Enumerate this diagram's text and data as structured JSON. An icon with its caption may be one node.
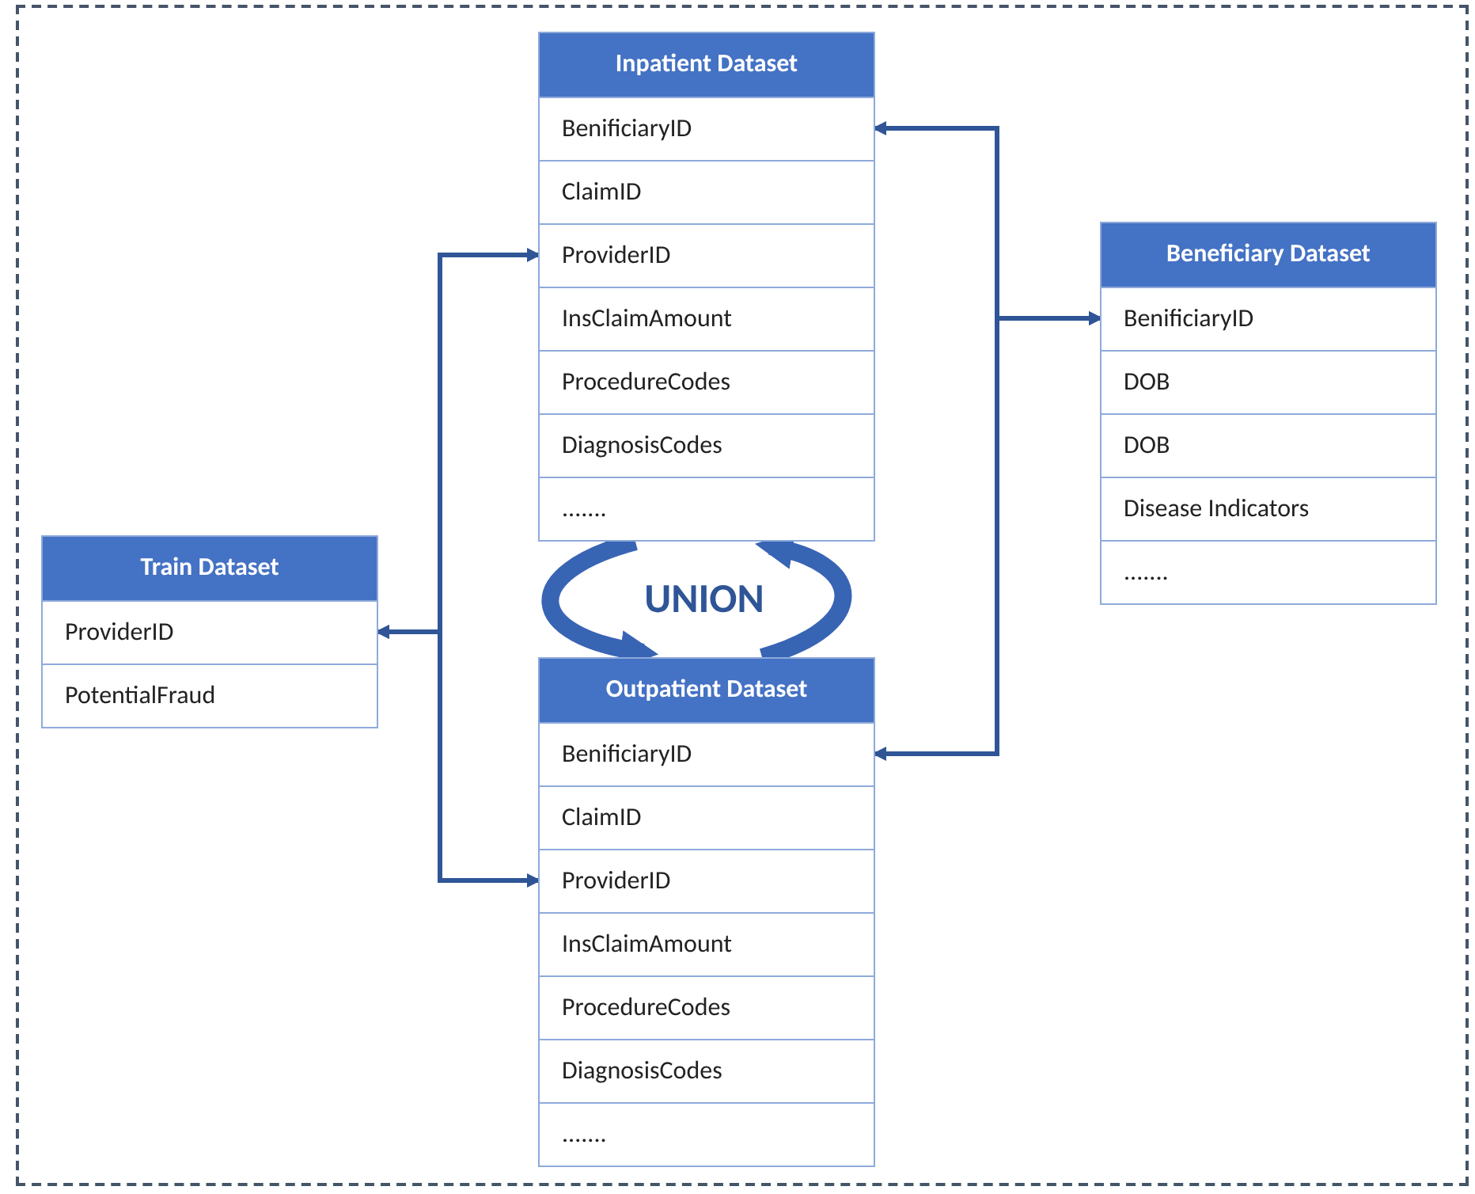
{
  "diagram": {
    "nodes": [
      {
        "text": [
          "Inpatient Dataset"
        ]
      },
      {
        "text": [
          "BenificiaryID"
        ],
        "in": 0
      },
      {
        "text": [
          "ClaimID"
        ],
        "in": 0
      },
      {
        "text": [
          "ProviderID"
        ],
        "in": 0
      },
      {
        "text": [
          "InsClaimAmount"
        ],
        "in": 0
      },
      {
        "text": [
          "ProcedureCodes"
        ],
        "in": 0
      },
      {
        "text": [
          "DiagnosisCodes"
        ],
        "in": 0
      },
      {
        "text": [
          "......."
        ],
        "in": 0
      },
      {
        "text": [
          "Beneficiary Dataset"
        ]
      },
      {
        "text": [
          "BenificiaryID"
        ],
        "in": 8
      },
      {
        "text": [
          "DOB"
        ],
        "in": 8
      },
      {
        "text": [
          "DOB"
        ],
        "in": 8
      },
      {
        "text": [
          "Disease Indicators"
        ],
        "in": 8
      },
      {
        "text": [
          "......."
        ],
        "in": 8
      },
      {
        "text": [
          "Train Dataset"
        ]
      },
      {
        "text": [
          "ProviderID"
        ],
        "in": 14
      },
      {
        "text": [
          "PotentialFraud"
        ],
        "in": 14
      },
      {
        "text": [
          "Outpatient Dataset"
        ]
      },
      {
        "text": [
          "BenificiaryID"
        ],
        "in": 17
      },
      {
        "text": [
          "ClaimID"
        ],
        "in": 17
      },
      {
        "text": [
          "ProviderID"
        ],
        "in": 17
      },
      {
        "text": [
          "InsClaimAmount"
        ],
        "in": 17
      },
      {
        "text": [
          "ProcedureCodes"
        ],
        "in": 17
      },
      {
        "text": [
          "DiagnosisCodes"
        ],
        "in": 17
      },
      {
        "text": [
          "......."
        ],
        "in": 17
      }
    ],
    "edges": [
      {
        "from": 15,
        "to": 3,
        "arrow": "both"
      },
      {
        "from": 15,
        "to": 20,
        "arrow": "both"
      },
      {
        "from": 9,
        "to": 1,
        "arrow": "both"
      },
      {
        "from": 9,
        "to": 18,
        "arrow": "both"
      },
      {
        "from": 0,
        "to": 17,
        "arrow": "to",
        "style": "thick"
      },
      {
        "from": 17,
        "to": 0,
        "arrow": "to",
        "style": "thick"
      }
    ],
    "labels": [
      "UNION"
    ]
  }
}
